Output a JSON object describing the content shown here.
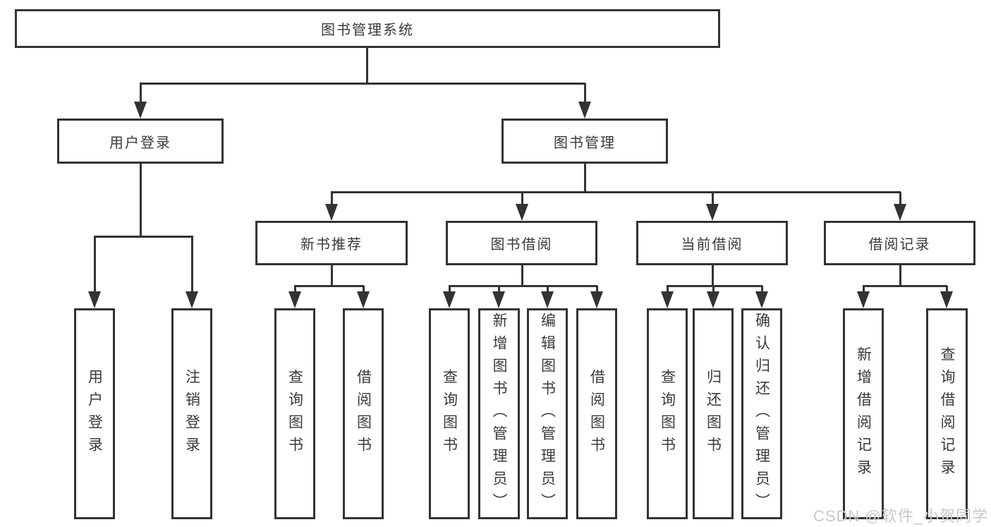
{
  "diagram_title": "图书管理系统",
  "tree": {
    "label": "图书管理系统",
    "children": [
      {
        "label": "用户登录",
        "children": [
          {
            "label": "用户登录"
          },
          {
            "label": "注销登录"
          }
        ]
      },
      {
        "label": "图书管理",
        "children": [
          {
            "label": "新书推荐",
            "children": [
              {
                "label": "查询图书"
              },
              {
                "label": "借阅图书"
              }
            ]
          },
          {
            "label": "图书借阅",
            "children": [
              {
                "label": "查询图书"
              },
              {
                "label": "新增图书（管理员）"
              },
              {
                "label": "编辑图书（管理员）"
              },
              {
                "label": "借阅图书"
              }
            ]
          },
          {
            "label": "当前借阅",
            "children": [
              {
                "label": "查询图书"
              },
              {
                "label": "归还图书"
              },
              {
                "label": "确认归还（管理员）"
              }
            ]
          },
          {
            "label": "借阅记录",
            "children": [
              {
                "label": "新增借阅记录"
              },
              {
                "label": "查询借阅记录"
              }
            ]
          }
        ]
      }
    ]
  },
  "watermark": {
    "text": "CSDN @软件_小贺同学",
    "color": "#c9c9c9"
  },
  "colors": {
    "line": "#333333",
    "box_border": "#333333",
    "text": "#3a3a3a",
    "background": "#ffffff"
  }
}
